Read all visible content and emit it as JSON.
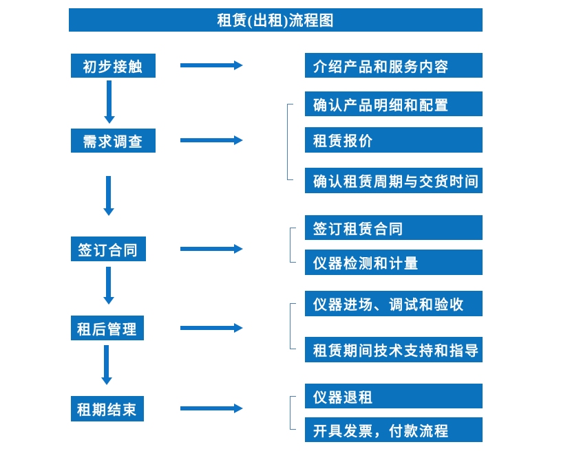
{
  "title": "租赁(出租)流程图",
  "colors": {
    "box_blue": "#0b72be",
    "arrow_blue": "#0d73c6",
    "bracket_blue": "#4a7ebb",
    "text_white": "#ffffff"
  },
  "stages": [
    {
      "label": "初步接触"
    },
    {
      "label": "需求调查"
    },
    {
      "label": "签订合同"
    },
    {
      "label": "租后管理"
    },
    {
      "label": "租期结束"
    }
  ],
  "details": [
    {
      "label": "介绍产品和服务内容"
    },
    {
      "label": "确认产品明细和配置"
    },
    {
      "label": "租赁报价"
    },
    {
      "label": "确认租赁周期与交货时间"
    },
    {
      "label": "签订租赁合同"
    },
    {
      "label": "仪器检测和计量"
    },
    {
      "label": "仪器进场、调试和验收"
    },
    {
      "label": "租赁期间技术支持和指导"
    },
    {
      "label": "仪器退租"
    },
    {
      "label": "开具发票，付款流程"
    }
  ],
  "groups": [
    {
      "stage": "初步接触",
      "details": [
        "介绍产品和服务内容"
      ]
    },
    {
      "stage": "需求调查",
      "details": [
        "确认产品明细和配置",
        "租赁报价",
        "确认租赁周期与交货时间"
      ]
    },
    {
      "stage": "签订合同",
      "details": [
        "签订租赁合同",
        "仪器检测和计量"
      ]
    },
    {
      "stage": "租后管理",
      "details": [
        "仪器进场、调试和验收",
        "租赁期间技术支持和指导"
      ]
    },
    {
      "stage": "租期结束",
      "details": [
        "仪器退租",
        "开具发票，付款流程"
      ]
    }
  ]
}
